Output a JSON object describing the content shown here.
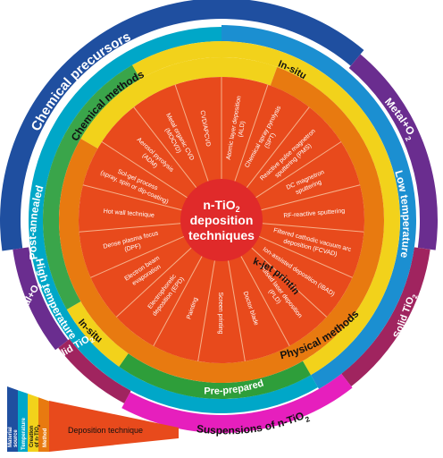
{
  "title": {
    "line1": "n-TiO",
    "sub": "2",
    "line2": "deposition",
    "line3": "techniques"
  },
  "colors": {
    "material_source": "#1f4fa0",
    "chemical_precursors": "#1f4fa0",
    "metal_o2": "#6a2d8f",
    "solid_tio2": "#a0245f",
    "suspensions": "#e61fbd",
    "temperature_ring": "#00a7c8",
    "low_temperature": "#1b8fd1",
    "in_situ": "#f2d21b",
    "pre_prepared": "#2e9e3a",
    "post_annealed": "#3aa54a",
    "chemical_methods": "#f2d21b",
    "physical_methods": "#e87a10",
    "ink_jet_printing": "#e87a10",
    "deposition": "#e84a1c",
    "center": "#e02a2a"
  },
  "outer_ring": {
    "chemical_precursors": "Chemical precursors",
    "metal_o2_right": "Metal+O",
    "metal_o2_left": "Metal+O",
    "solid_tio2_right": "Solid TiO",
    "solid_tio2_left": "Solid TiO",
    "suspensions": "Suspensions of n-TiO"
  },
  "temperature_ring": {
    "low_temperature": "Low temperature",
    "high_temperature": "High temperature"
  },
  "creation_ring": {
    "in_situ_top": "In-situ",
    "in_situ_bottom": "In-situ",
    "pre_prepared": "Pre-prepared",
    "post_annealed": "Post-annealed"
  },
  "method_ring": {
    "chemical_methods": "Chemical methods",
    "physical_methods": "Physical   methods",
    "ink_jet_printing": "Ink-jet printing"
  },
  "techniques": [
    {
      "lines": [
        "Atomic layer deposition",
        "(ALD)"
      ]
    },
    {
      "lines": [
        "Chemical spray pyrolysis",
        "(SPT)"
      ]
    },
    {
      "lines": [
        "Reactive pulse magnetron",
        "sputtering (PMS)"
      ]
    },
    {
      "lines": [
        "DC magnetron",
        "sputtering"
      ]
    },
    {
      "lines": [
        "RF-reactive sputtering"
      ]
    },
    {
      "lines": [
        "Filtered cathodic vacuum arc",
        "deposition (FCVAD)"
      ]
    },
    {
      "lines": [
        "Ion-assisted deposition (IBAD)"
      ]
    },
    {
      "lines": [
        "Pulsed laser deposition",
        "(PLD)"
      ]
    },
    {
      "lines": [
        "Doctor blade"
      ]
    },
    {
      "lines": [
        "Screen printing"
      ]
    },
    {
      "lines": [
        "Painting"
      ]
    },
    {
      "lines": [
        "Electrophoretic",
        "deposition (EPD)"
      ]
    },
    {
      "lines": [
        "Electron beam",
        "evaporation"
      ]
    },
    {
      "lines": [
        "Dense plasma focus",
        "(DPF)"
      ]
    },
    {
      "lines": [
        "Hot wall technique"
      ]
    },
    {
      "lines": [
        "Sol-gel process",
        "(spray, spin or dip-coating)"
      ]
    },
    {
      "lines": [
        "Aerosol pyrolysis",
        "(ADM)"
      ]
    },
    {
      "lines": [
        "Metal organic CVD",
        "(MOCVD)"
      ]
    },
    {
      "lines": [
        "CVD/APCVD"
      ]
    }
  ],
  "legend": {
    "material_source": [
      "Material",
      "source"
    ],
    "temperature": "Temperature",
    "creation": [
      "Creation",
      "of n-TiO"
    ],
    "creation_sub": "2",
    "method": "Method",
    "deposition_technique": "Deposition technique"
  }
}
